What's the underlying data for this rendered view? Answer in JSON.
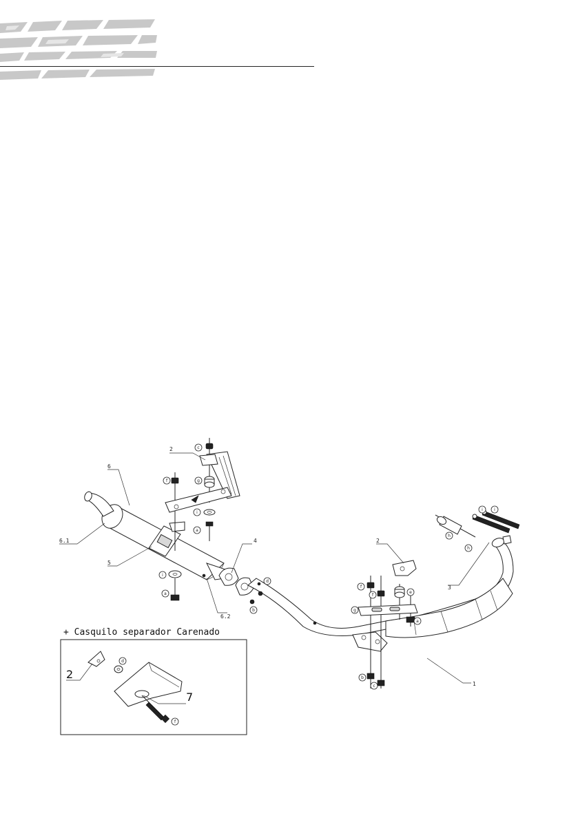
{
  "header": {
    "logo_icon": "brand-stripes-logo-icon"
  },
  "diagram": {
    "inset_title": "+ Casquilo separador Carenado",
    "callouts": {
      "c1": "1",
      "c2_top": "2",
      "c2_mid": "2",
      "c3": "3",
      "c4": "4",
      "c5": "5",
      "c6": "6",
      "c6_1": "6.1",
      "c6_2": "6.2",
      "inset_2": "2",
      "inset_7": "7"
    },
    "badges": {
      "b_top_c": "c",
      "b_f_left": "f",
      "b_g_left": "g",
      "b_i_left": "i",
      "b_a_left": "a",
      "b_i_low": "i",
      "b_a_low": "a",
      "b_d_flange": "d",
      "b_b_flange": "b",
      "b_f_mid1": "f",
      "b_f_mid2": "f",
      "b_e_mid": "e",
      "b_g_mid": "g",
      "b_a_mid": "a",
      "b_b_bottom": "b",
      "b_c_bottom": "c",
      "b_h_sleeve": "h",
      "b_h_spring": "h",
      "b_i_spring1": "i",
      "b_i_spring2": "i",
      "b_d_inset": "d",
      "b_f_inset": "f"
    }
  }
}
